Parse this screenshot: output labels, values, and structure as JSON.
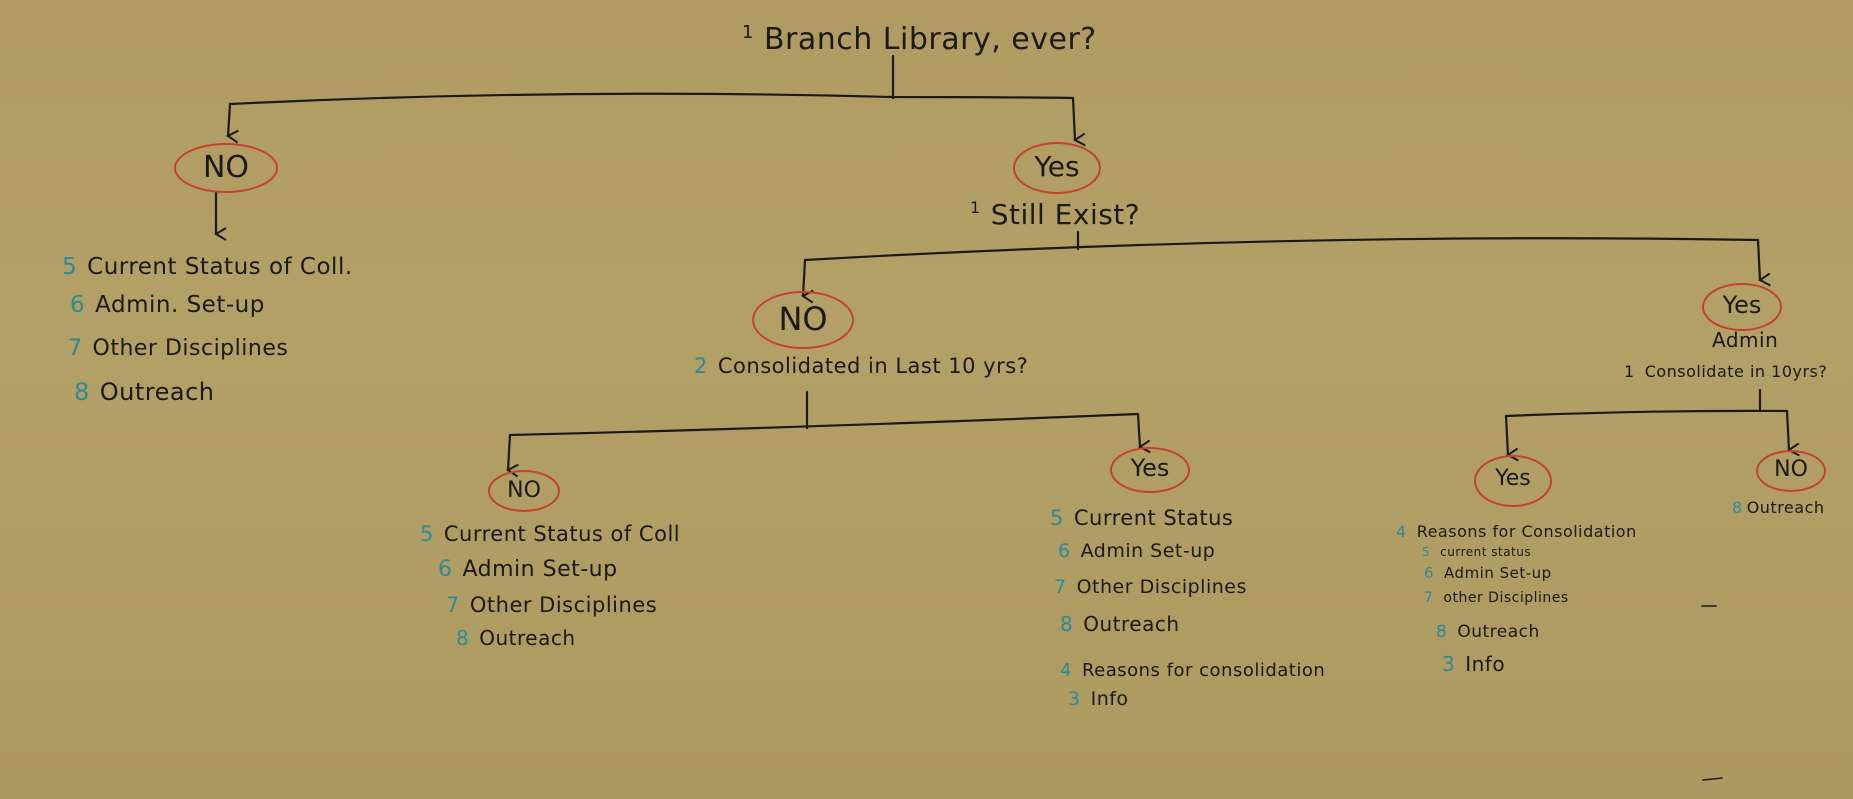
{
  "root": {
    "num": "1",
    "label": "Branch Library, ever?"
  },
  "no_branch": {
    "answer": "NO",
    "items": [
      {
        "num": "5",
        "text": "Current Status of Coll."
      },
      {
        "num": "6",
        "text": "Admin. Set-up"
      },
      {
        "num": "7",
        "text": "Other Disciplines"
      },
      {
        "num": "8",
        "text": "Outreach"
      }
    ]
  },
  "yes_branch": {
    "answer": "Yes",
    "question": {
      "num": "1",
      "label": "Still Exist?"
    },
    "no": {
      "answer": "NO",
      "question": {
        "num": "2",
        "label": "Consolidated in Last 10 yrs?"
      },
      "no": {
        "answer": "NO",
        "items": [
          {
            "num": "5",
            "text": "Current Status of Coll"
          },
          {
            "num": "6",
            "text": "Admin Set-up"
          },
          {
            "num": "7",
            "text": "Other Disciplines"
          },
          {
            "num": "8",
            "text": "Outreach"
          }
        ]
      },
      "yes": {
        "answer": "Yes",
        "items": [
          {
            "num": "5",
            "text": "Current Status"
          },
          {
            "num": "6",
            "text": "Admin Set-up"
          },
          {
            "num": "7",
            "text": "Other Disciplines"
          },
          {
            "num": "8",
            "text": "Outreach"
          },
          {
            "num": "4",
            "text": "Reasons for consolidation"
          },
          {
            "num": "3",
            "text": "Info"
          }
        ]
      }
    },
    "yes": {
      "answer": "Yes",
      "note": "Admin",
      "question": {
        "num": "1",
        "label": "Consolidate in 10yrs?"
      },
      "yes": {
        "answer": "Yes",
        "items": [
          {
            "num": "4",
            "text": "Reasons for Consolidation"
          },
          {
            "num": "5",
            "text": "current status"
          },
          {
            "num": "6",
            "text": "Admin Set-up"
          },
          {
            "num": "7",
            "text": "other Disciplines"
          },
          {
            "num": "8",
            "text": "Outreach"
          },
          {
            "num": "3",
            "text": "Info"
          }
        ]
      },
      "no": {
        "answer": "NO",
        "items": [
          {
            "num": "8",
            "text": "Outreach"
          }
        ]
      }
    }
  }
}
